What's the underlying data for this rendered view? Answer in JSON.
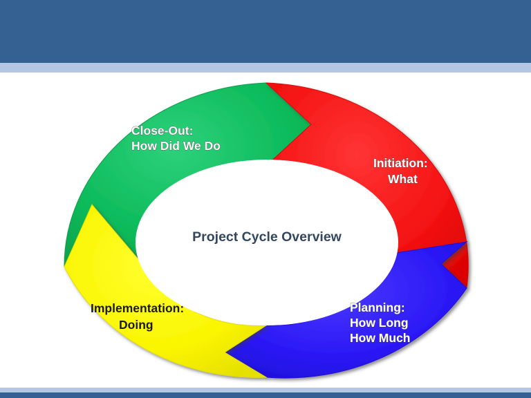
{
  "slide": {
    "background_color": "#ffffff",
    "band_dark_color": "#346092",
    "band_light_color": "#b4c7e2"
  },
  "diagram": {
    "title": "Project Cycle Overview",
    "title_color": "#33475e",
    "type": "cyclic-chevron-donut",
    "hub_color": "#ffffff",
    "segments": [
      {
        "id": "initiation",
        "color": "#f41212",
        "label_color": "#ffffff",
        "lines": [
          "Initiation:",
          "What"
        ],
        "line1": "Initiation:",
        "line2": "What",
        "position": "top-right"
      },
      {
        "id": "planning",
        "color": "#2b18f5",
        "label_color": "#ffffff",
        "lines": [
          "Planning:",
          "How Long",
          "How Much"
        ],
        "line1": "Planning:",
        "line2": "How Long",
        "line3": "How Much",
        "position": "bottom-right"
      },
      {
        "id": "implementation",
        "color": "#faf500",
        "label_color": "#1a1a1a",
        "lines": [
          "Implementation:",
          "Doing"
        ],
        "line1": "Implementation:",
        "line2": "Doing",
        "position": "bottom-left"
      },
      {
        "id": "close-out",
        "color": "#0bba5a",
        "label_color": "#ffffff",
        "lines": [
          "Close-Out:",
          "How Did We Do"
        ],
        "line1": "Close-Out:",
        "line2": "How Did We Do",
        "position": "top-left"
      }
    ]
  }
}
